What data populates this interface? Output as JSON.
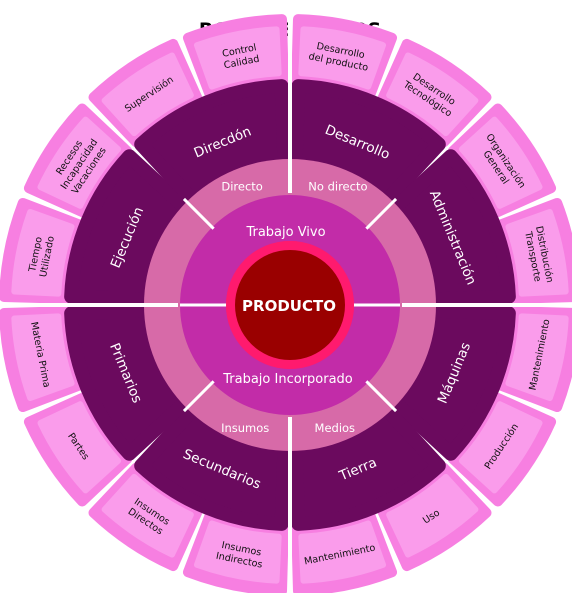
{
  "title": "ROSA DE PETERS",
  "center": "PRODUCTO",
  "inner_ring": {
    "top": "Trabajo Vivo",
    "bottom": "Trabajo Incorporado"
  },
  "ring_labels": [
    {
      "text": "Directo"
    },
    {
      "text": "No directo"
    },
    {
      "text": "Insumos"
    },
    {
      "text": "Medios"
    }
  ],
  "segments": [
    {
      "label": "Desarrollo",
      "outer": [
        [
          "Desarrollo",
          "del producto"
        ],
        [
          "Desarrollo",
          "Tecnológico"
        ]
      ]
    },
    {
      "label": "Administración",
      "outer": [
        [
          "Organización",
          "General"
        ],
        [
          "Distribución",
          "Transporte"
        ]
      ]
    },
    {
      "label": "Máquinas",
      "outer": [
        [
          "Mantenimiento"
        ],
        [
          "Producción"
        ]
      ]
    },
    {
      "label": "Tierra",
      "outer": [
        [
          "Uso"
        ],
        [
          "Mantenimiento"
        ]
      ]
    },
    {
      "label": "Secundarios",
      "outer": [
        [
          "Insumos",
          "Indirectos"
        ],
        [
          "Insumos",
          "Directos"
        ]
      ]
    },
    {
      "label": "Primarios",
      "outer": [
        [
          "Partes"
        ],
        [
          "Materia Prima"
        ]
      ]
    },
    {
      "label": "Ejecución",
      "outer": [
        [
          "Tiempo",
          "Utilizado"
        ],
        [
          "Recesos",
          "Incapacidad",
          "Vacaciones"
        ]
      ]
    },
    {
      "label": "Direcdón",
      "outer": [
        [
          "Supervisión"
        ],
        [
          "Control",
          "Calidad"
        ]
      ]
    }
  ],
  "colors": {
    "outer_fill": "#f77fe1",
    "outer_inner_fill": "#fa9ceb",
    "segment_fill": "#6b0a5e",
    "ring_fill": "#d76aa8",
    "inner_ring_fill": "#c22ca8",
    "center_outer": "#ff1a6e",
    "center_inner": "#9a0000",
    "divider": "#ffffff"
  }
}
